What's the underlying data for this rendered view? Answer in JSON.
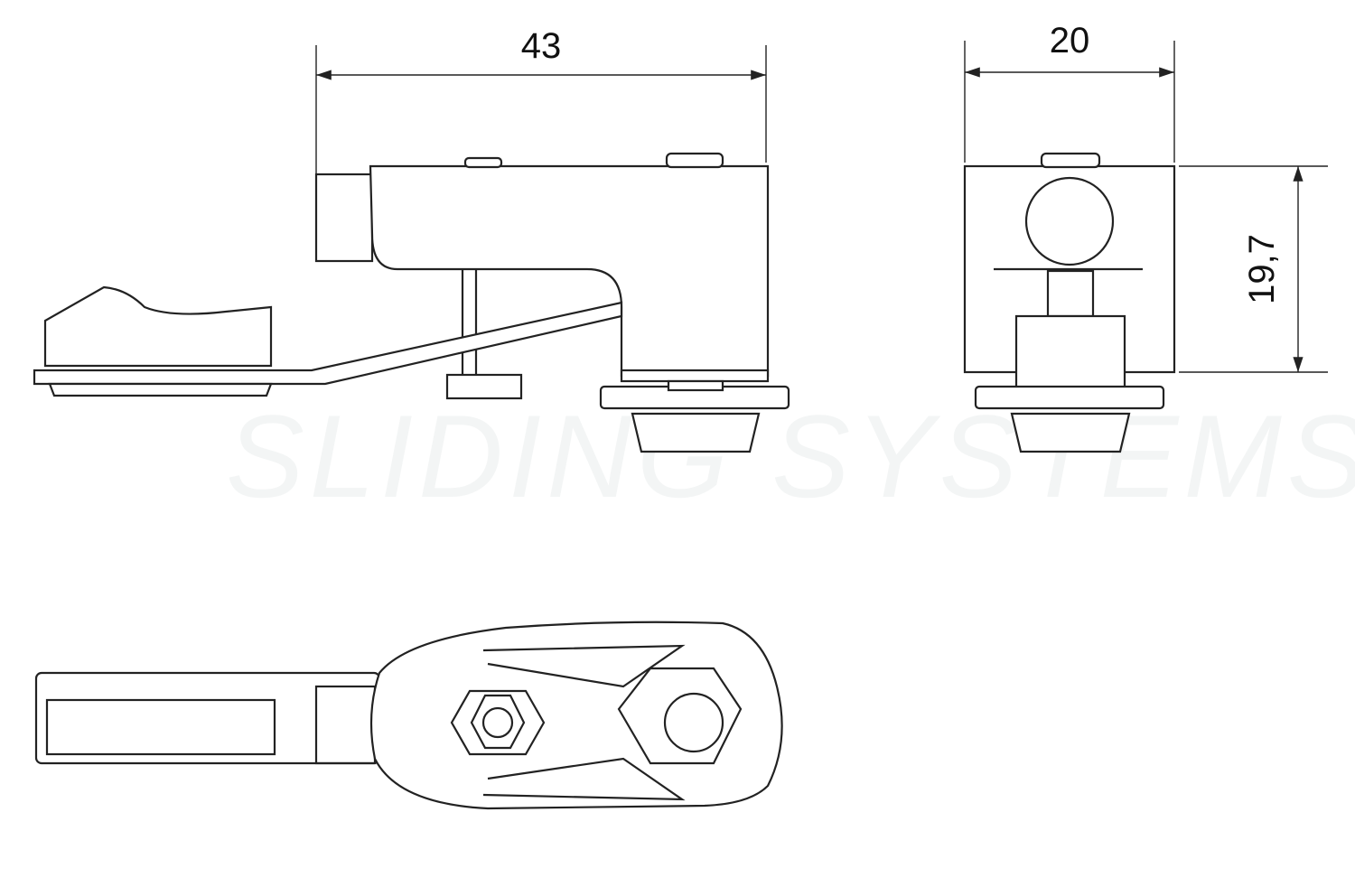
{
  "drawing": {
    "dimensions": {
      "side_width": "43",
      "front_width": "20",
      "front_height": "19,7"
    },
    "watermark": "SLIDING SYSTEMS",
    "colors": {
      "line": "#222222",
      "background": "#ffffff"
    }
  }
}
